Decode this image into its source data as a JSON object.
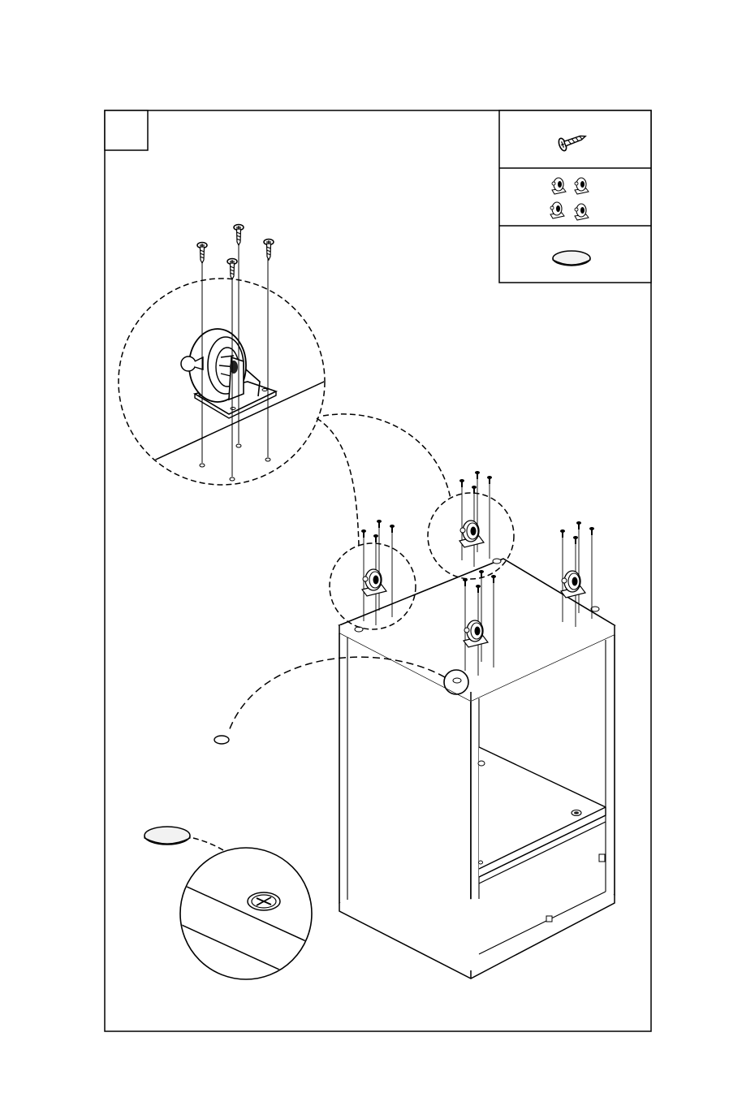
{
  "step": {
    "number": ""
  },
  "parts": [
    {
      "name": "screw-part"
    },
    {
      "name": "caster-wheel-part",
      "quantity_shown": 4
    },
    {
      "name": "cover-cap-part"
    }
  ],
  "assembly": {
    "caster_positions": 4,
    "screws_per_caster": 4
  },
  "colors": {
    "line": "#000000",
    "background": "#ffffff",
    "panel_shade": "#f2f2f2",
    "dark_fill": "#222222"
  }
}
